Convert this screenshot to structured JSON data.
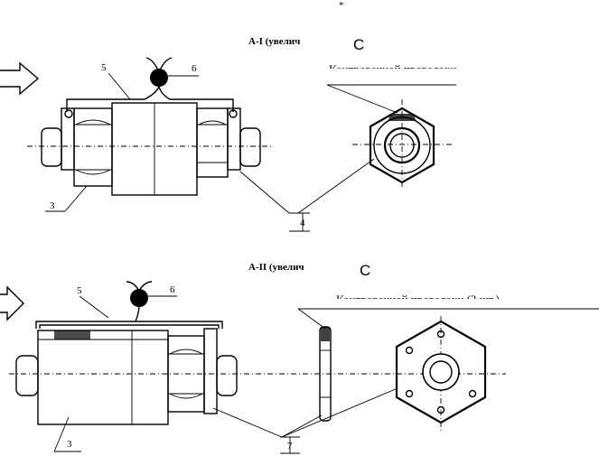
{
  "top_mark": "*",
  "view_A1": {
    "title": "А-I (увелич",
    "title_suffix": "С",
    "caption": "Контровочной проволоки",
    "labels": {
      "wire": "5",
      "seal": "6",
      "nut": "3",
      "lock": "4"
    }
  },
  "view_A2": {
    "title": "А-II (увелич",
    "title_suffix": "С",
    "caption": "Контровочной проволоки (3 шт.)",
    "labels": {
      "wire": "5",
      "seal": "6",
      "nut": "3",
      "washer": "7"
    }
  }
}
